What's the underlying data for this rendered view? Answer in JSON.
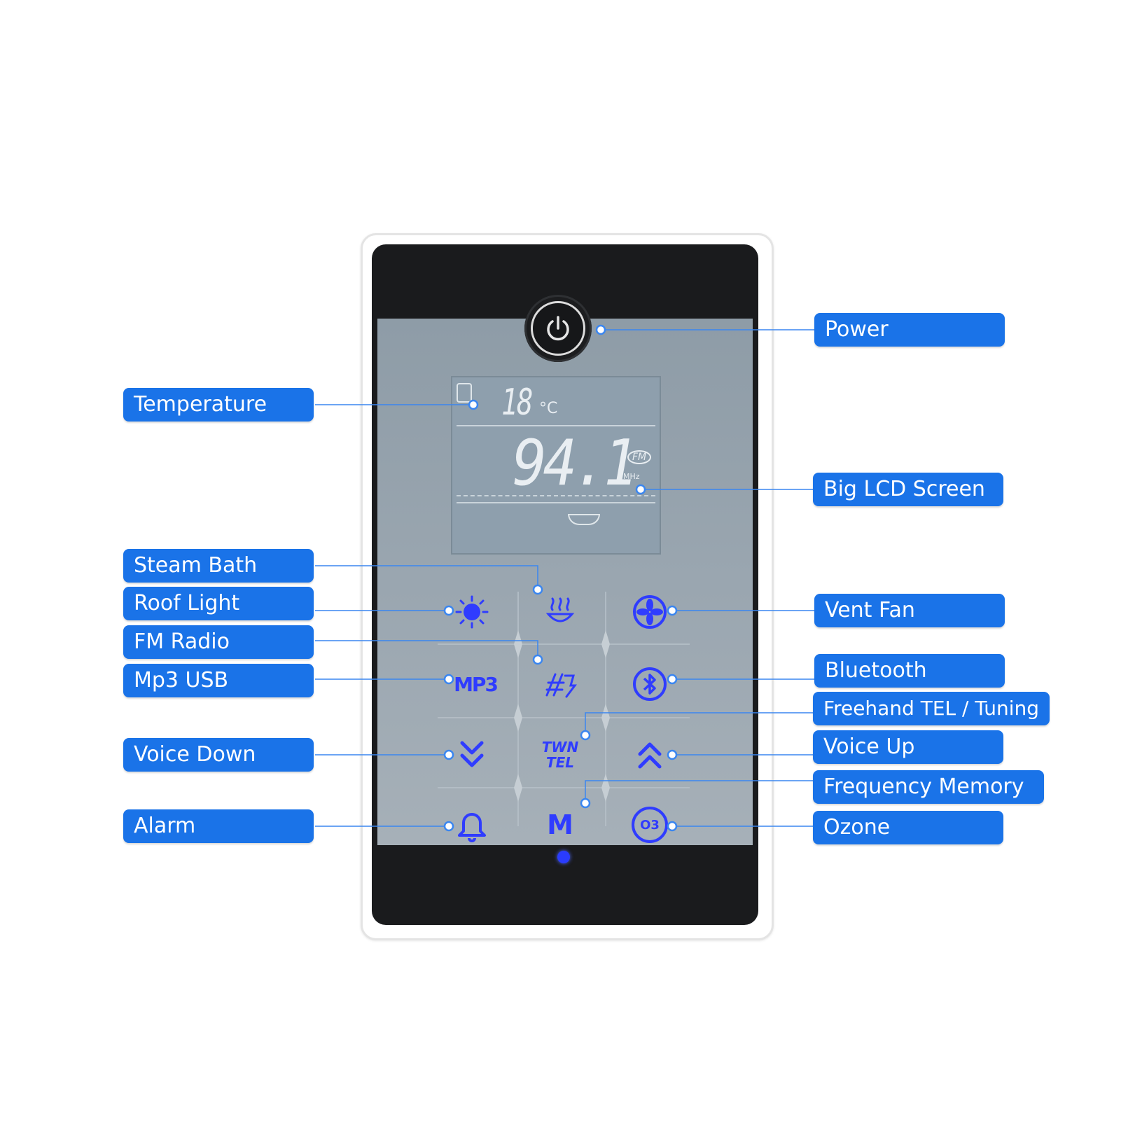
{
  "labels": {
    "power": "Power",
    "temperature": "Temperature",
    "big_lcd_screen": "Big LCD Screen",
    "steam_bath": "Steam Bath",
    "roof_light": "Roof Light",
    "fm_radio": "FM Radio",
    "mp3_usb": "Mp3 USB",
    "voice_down": "Voice Down",
    "alarm": "Alarm",
    "vent_fan": "Vent Fan",
    "bluetooth": "Bluetooth",
    "freehand_tel_tuning": "Freehand TEL / Tuning",
    "voice_up": "Voice Up",
    "frequency_memory": "Frequency Memory",
    "ozone": "Ozone"
  },
  "lcd": {
    "temperature_value": "18",
    "temperature_unit": "°C",
    "frequency_value": "94.1",
    "band": "FM",
    "frequency_unit": "MHz"
  },
  "keys": {
    "mp3": "MP3",
    "tel_top": "TWN",
    "tel_bottom": "TEL",
    "memory": "M",
    "ozone": "O3"
  },
  "colors": {
    "label_bg": "#1a73e8",
    "leader_line": "#3a86f0",
    "key_glow": "#2f3cff",
    "device_body": "#1a1b1d",
    "glass_panel": "#9aa6b0"
  }
}
